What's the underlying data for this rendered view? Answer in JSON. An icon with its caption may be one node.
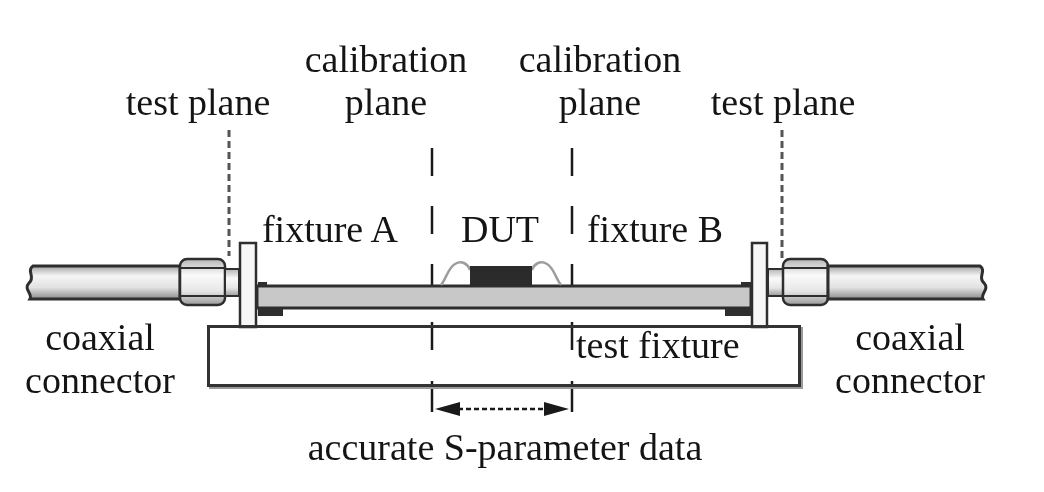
{
  "diagram": {
    "nodes": [
      {
        "text": [
          "test fixture"
        ]
      }
    ],
    "labels": [
      "test plane",
      "calibration plane",
      "calibration plane",
      "test plane",
      "fixture A",
      "DUT",
      "fixture B",
      "coaxial connector",
      "coaxial connector",
      "accurate S-parameter data"
    ]
  }
}
